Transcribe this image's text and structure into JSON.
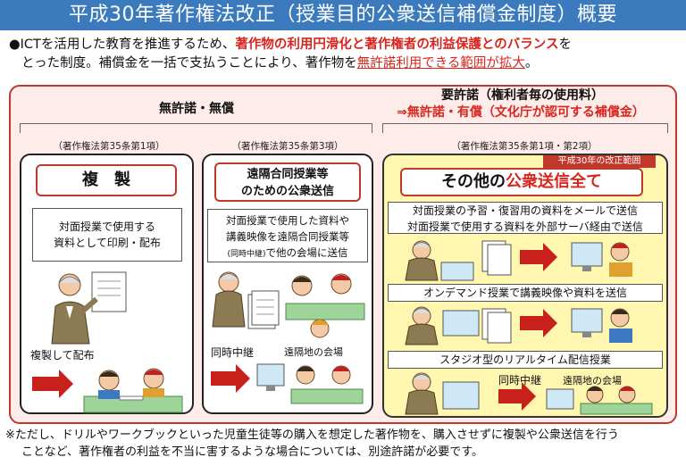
{
  "banner": {
    "title": "平成30年著作権法改正（授業目的公衆送信補償金制度）概要"
  },
  "intro": {
    "bullet": "●",
    "part1": "ICTを活用した教育を推進するため、",
    "emph": "著作物の利用円滑化と著作権者の利益保護とのバランス",
    "part2": "を",
    "line2_pre": "とった制度。補償金を一括で支払うことにより、著作物を",
    "line2_red": "無許諾利用できる範囲が拡大",
    "line2_post": "。"
  },
  "left_group": {
    "header": "無許諾・無償"
  },
  "right_group": {
    "header": "要許諾（権利者毎の使用料）",
    "subheader": "⇒無許諾・有償（文化庁が認可する補償金）"
  },
  "panel1": {
    "clause": "（著作権法第35条第1項）",
    "title": "複　製",
    "desc": [
      "対面授業で使用する",
      "資料として印刷・配布"
    ],
    "label": "複製して配布"
  },
  "panel2": {
    "clause": "（著作権法第35条第3項）",
    "title": [
      "遠隔合同授業等",
      "のための公衆送信"
    ],
    "desc1": "対面授業で使用した資料や",
    "desc2": "講義映像を遠隔合同授業等",
    "desc3_small": "(同時中継)",
    "desc3": "で他の会場に送信",
    "label_left": "同時中継",
    "label_right": "遠隔地の会場"
  },
  "panel3": {
    "clause": "（著作権法第35条第1項・第2項）",
    "tag": "平成30年の改正範囲",
    "title_pre": "その他の",
    "title_red": "公衆送信全て",
    "desc1": [
      "対面授業の予習・復習用の資料をメールで送信",
      "対面授業で使用する資料を外部サーバ経由で送信"
    ],
    "desc2": "オンデマンド授業で講義映像や資料を送信",
    "desc3": "スタジオ型のリアルタイム配信授業",
    "label_left": "同時中継",
    "label_right": "遠隔地の会場"
  },
  "footer": {
    "line1": "※ただし、ドリルやワークブックといった児童生徒等の購入を想定した著作物を、購入させずに複製や公衆送信を行う",
    "line2": "ことなど、著作権者の利益を不当に害するような場合については、別途許諾が必要です。"
  },
  "colors": {
    "banner": "#3b7bbd",
    "accent_red": "#d8261f",
    "outer_bg": "#fdecea",
    "yellow_panel": "#fff6b0",
    "arrow": "#c8201a"
  }
}
